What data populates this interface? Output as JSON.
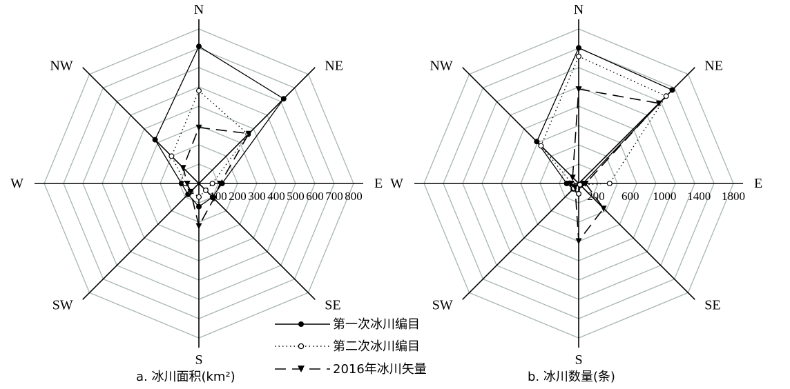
{
  "chart_data": [
    {
      "type": "radar",
      "caption": "a. 冰川面积(km²)",
      "directions": [
        "N",
        "NE",
        "E",
        "SE",
        "S",
        "SW",
        "W",
        "NW"
      ],
      "tick_labels": [
        "100",
        "200",
        "300",
        "400",
        "500",
        "600",
        "700",
        "800"
      ],
      "rmax": 800,
      "series": [
        {
          "name": "第一次冰川编目",
          "values": [
            710,
            620,
            120,
            100,
            120,
            80,
            90,
            320
          ]
        },
        {
          "name": "第二次冰川编目",
          "values": [
            480,
            360,
            70,
            50,
            70,
            60,
            70,
            200
          ]
        },
        {
          "name": "2016年冰川矢量",
          "values": [
            290,
            365,
            110,
            110,
            220,
            60,
            60,
            115
          ]
        }
      ]
    },
    {
      "type": "radar",
      "caption": "b. 冰川数量(条)",
      "directions": [
        "N",
        "NE",
        "E",
        "SE",
        "S",
        "SW",
        "W",
        "NW"
      ],
      "tick_labels": [
        "200",
        "600",
        "1000",
        "1400",
        "1800"
      ],
      "rmax": 1800,
      "series": [
        {
          "name": "第一次冰川编目",
          "values": [
            1580,
            1540,
            50,
            30,
            120,
            90,
            140,
            690
          ]
        },
        {
          "name": "第二次冰川编目",
          "values": [
            1480,
            1440,
            360,
            20,
            120,
            80,
            80,
            620
          ]
        },
        {
          "name": "2016年冰川矢量",
          "values": [
            1100,
            1320,
            80,
            410,
            670,
            60,
            90,
            100
          ]
        }
      ]
    }
  ],
  "legend": [
    {
      "label": "第一次冰川编目"
    },
    {
      "label": "第二次冰川编目"
    },
    {
      "label": "2016年冰川矢量"
    }
  ]
}
